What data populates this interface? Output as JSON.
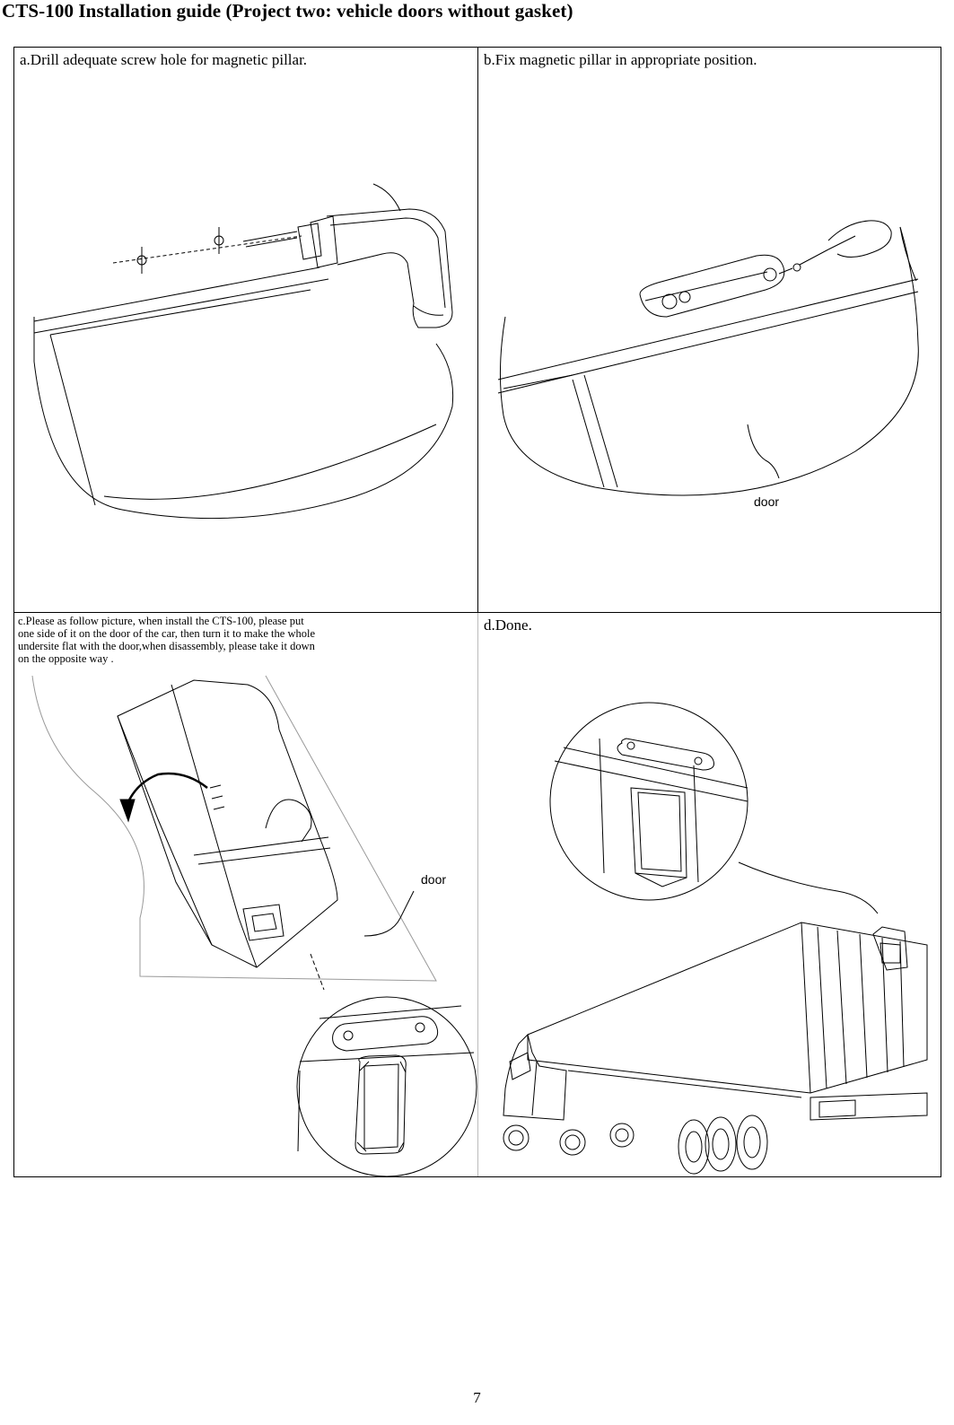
{
  "title": "CTS-100 Installation guide (Project two: vehicle doors without gasket)",
  "panels": {
    "a": {
      "caption": "a.Drill adequate screw hole for  magnetic pillar.",
      "illustration": "drill-icon"
    },
    "b": {
      "caption": "b.Fix magnetic pillar in appropriate position.",
      "door_label": "door",
      "illustration": "screwdriver-icon"
    },
    "c": {
      "caption_lines": [
        "c.Please as follow picture, when install the CTS-100, please put",
        "one side of it on the door of the car, then turn it to make the whole",
        "undersite flat with the door,when disassembly, please take it down",
        "on the opposite way ."
      ],
      "door_label": "door",
      "illustration": "rotate-arrow-icon"
    },
    "d": {
      "caption": "d.Done.",
      "illustration": "truck-icon"
    }
  },
  "page_number": "7"
}
